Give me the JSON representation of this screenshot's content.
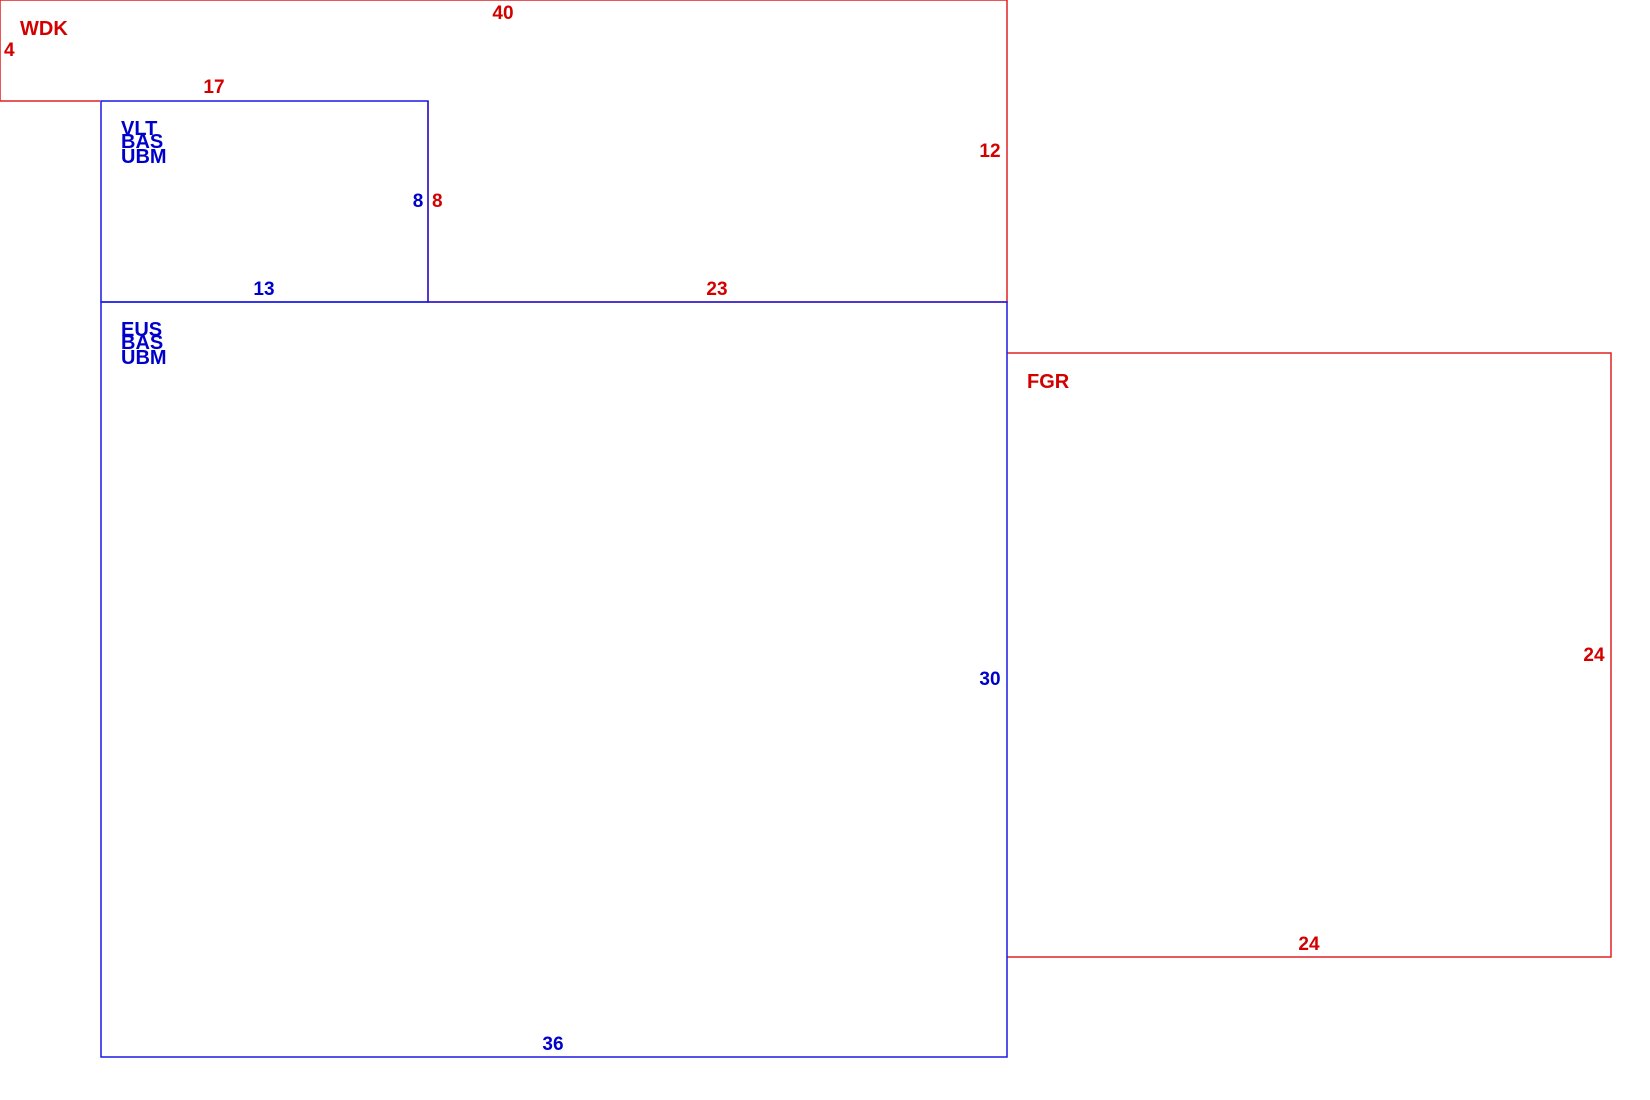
{
  "colors": {
    "red": "#d40000",
    "blue": "#0000cc"
  },
  "outline_wdk": {
    "label": "WDK",
    "dims": [
      "40",
      "4",
      "17",
      "12",
      "8",
      "23"
    ]
  },
  "box_vlt": {
    "labels": [
      "VLT",
      "BAS",
      "UBM"
    ],
    "dims": [
      "8",
      "13"
    ]
  },
  "box_eus": {
    "labels": [
      "EUS",
      "BAS",
      "UBM"
    ],
    "dims": [
      "30",
      "36"
    ]
  },
  "box_fgr": {
    "label": "FGR",
    "dims": [
      "24",
      "24"
    ]
  }
}
